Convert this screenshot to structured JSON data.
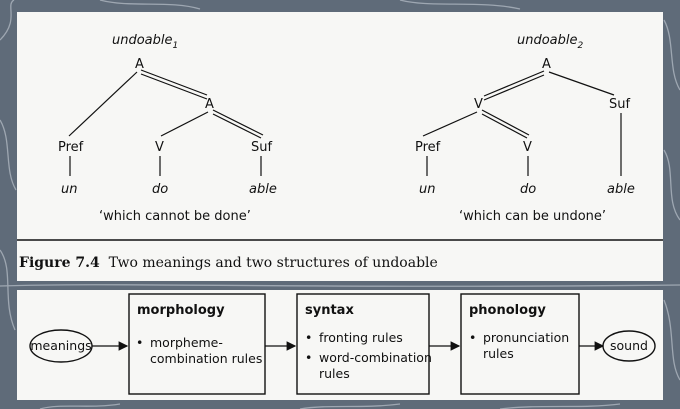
{
  "figure": {
    "tree_left": {
      "title": "undoable",
      "subscript": "1",
      "root": "A",
      "inner": "A",
      "pref": "Pref",
      "verb": "V",
      "suf": "Suf",
      "w1": "un",
      "w2": "do",
      "w3": "able",
      "gloss": "‘which cannot be done’"
    },
    "tree_right": {
      "title": "undoable",
      "subscript": "2",
      "root": "A",
      "inner": "V",
      "pref": "Pref",
      "verb": "V",
      "suf": "Suf",
      "w1": "un",
      "w2": "do",
      "w3": "able",
      "gloss": "‘which can be undone’"
    },
    "caption_label": "Figure 7.4",
    "caption_text": "Two meanings and two structures of undoable"
  },
  "flow": {
    "start": "meanings",
    "end": "sound",
    "boxes": [
      {
        "title": "morphology",
        "lines": [
          "morpheme-",
          "combination rules"
        ]
      },
      {
        "title": "syntax",
        "lines": [
          "fronting rules",
          "word-combination",
          "rules"
        ]
      },
      {
        "title": "phonology",
        "lines": [
          "pronunciation",
          "rules"
        ]
      }
    ],
    "bullet": "•"
  }
}
